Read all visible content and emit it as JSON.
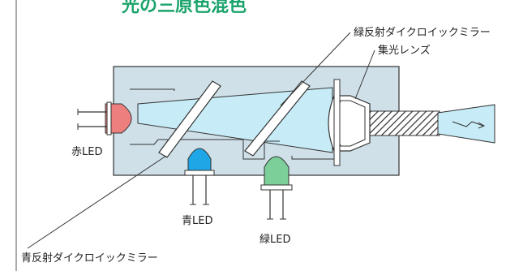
{
  "header": {
    "title_partial": "光の三原色混色"
  },
  "labels": {
    "green_mirror": "緑反射ダイクロイックミラー",
    "lens": "集光レンズ",
    "red_led": "赤LED",
    "blue_led": "青LED",
    "green_led": "緑LED",
    "blue_mirror": "青反射ダイクロイックミラー"
  },
  "colors": {
    "title_text": "#1aa36a",
    "housing": "#cfe0e8",
    "beam": "#c7ecf7",
    "red_led": "#ee7f7f",
    "blue_led": "#1fa6e6",
    "green_led": "#7ccf98",
    "outline": "#333333"
  }
}
